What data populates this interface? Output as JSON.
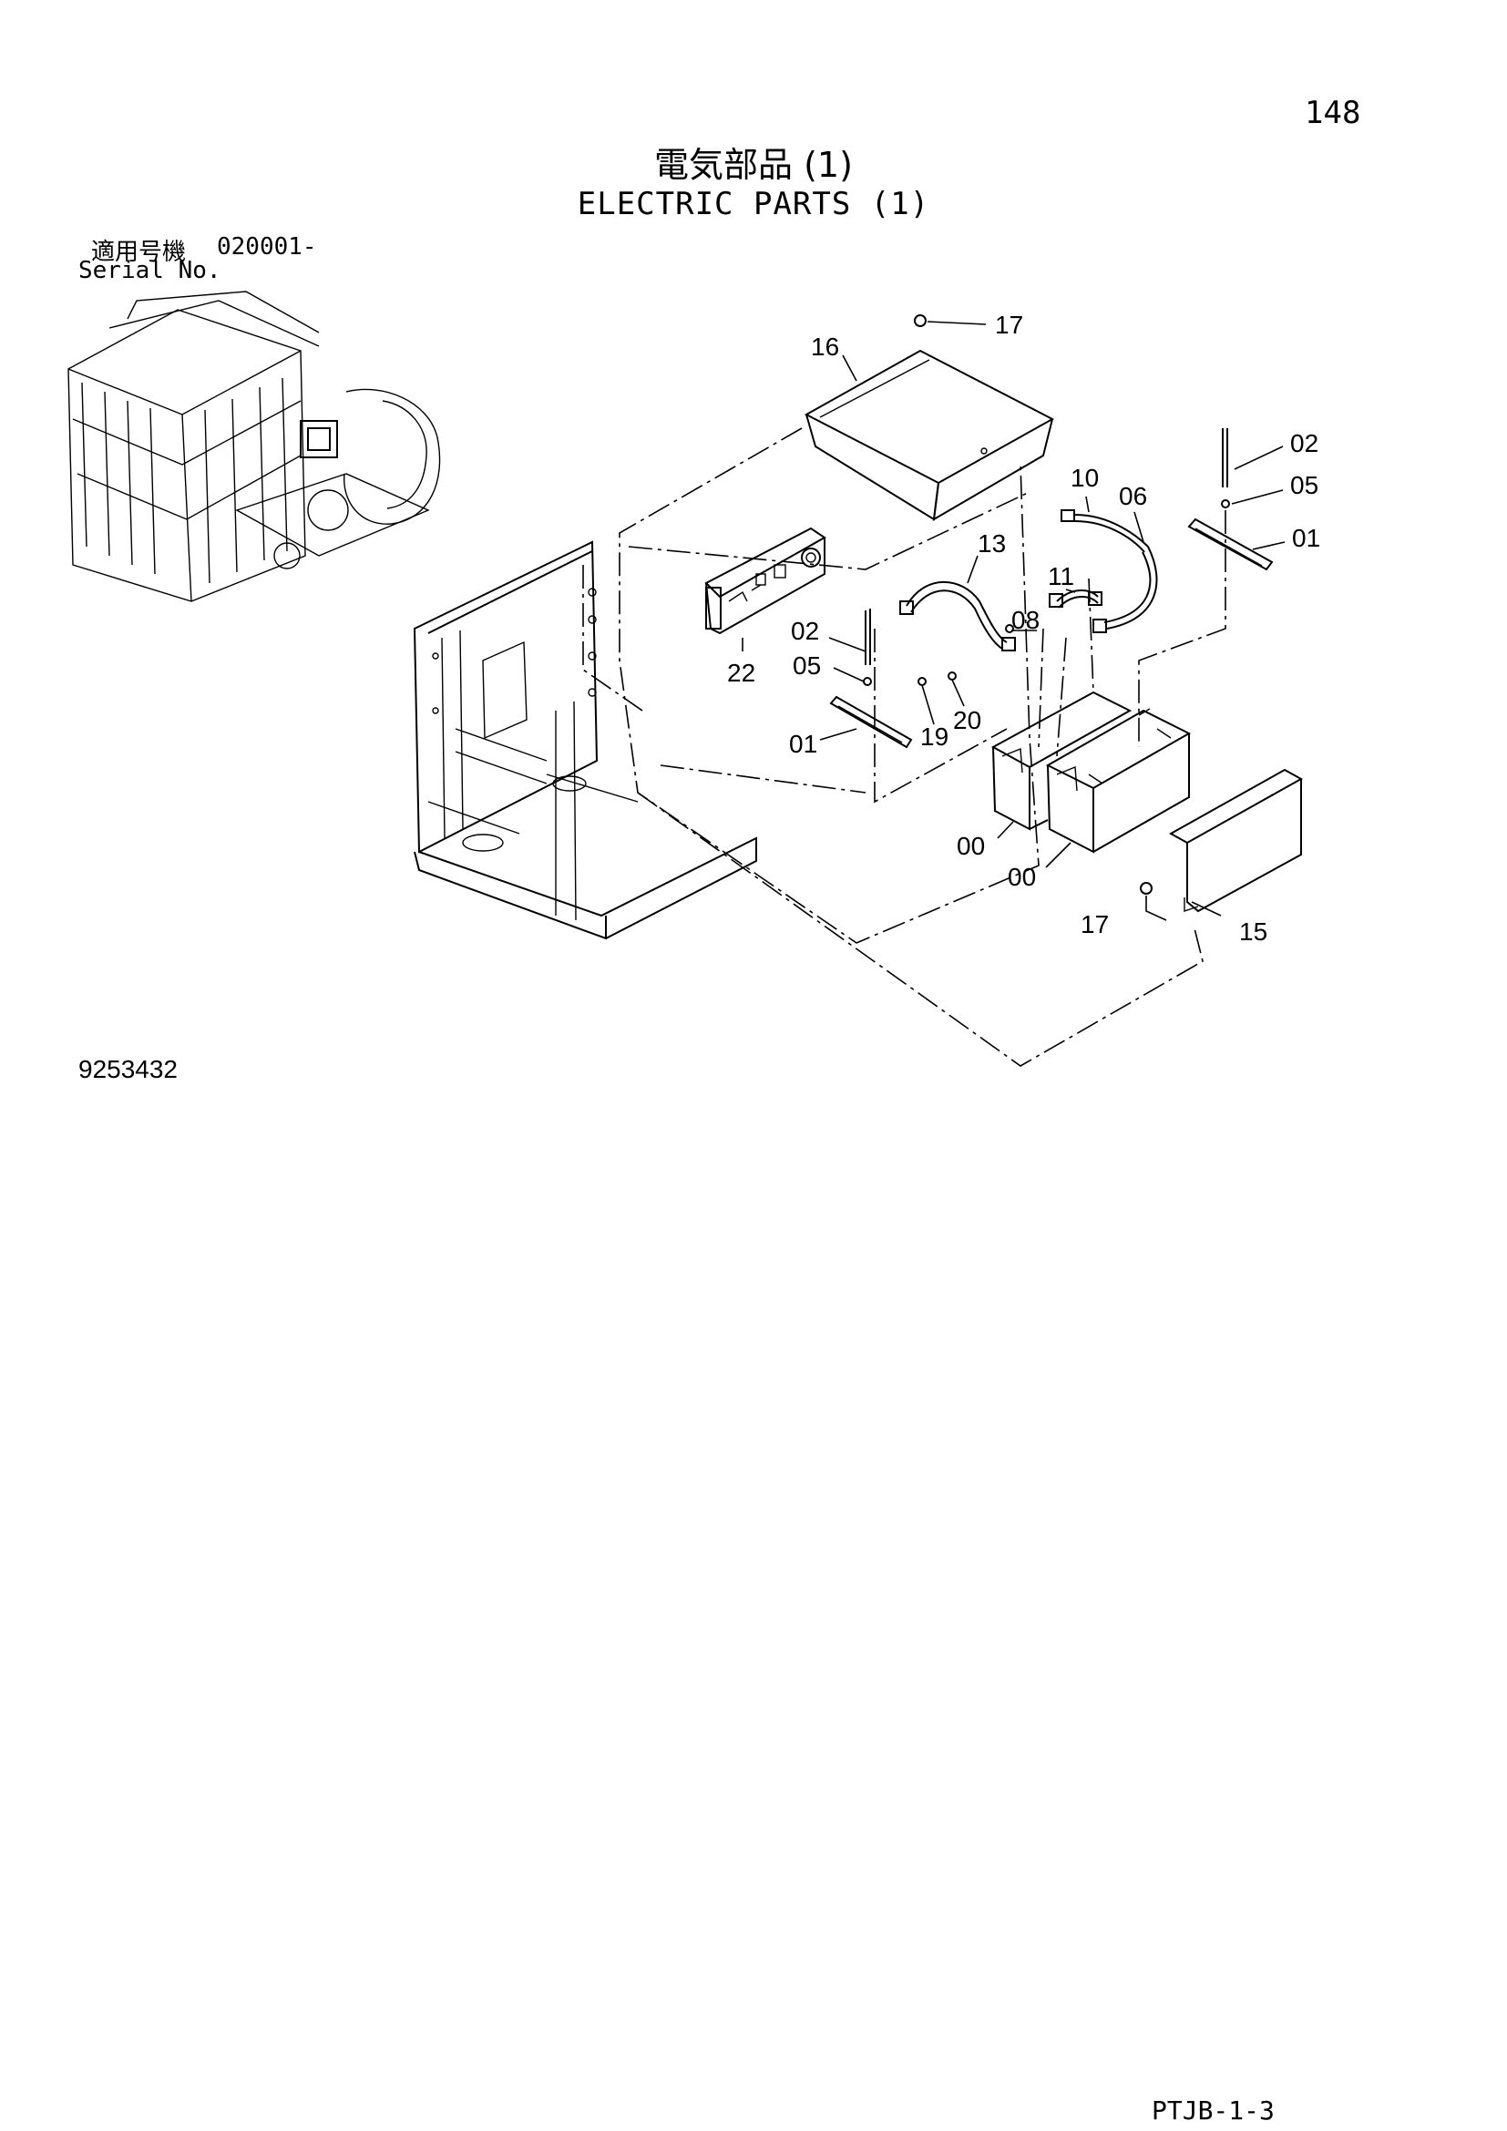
{
  "page": {
    "page_number": "148",
    "title_jp": "電気部品 (1)",
    "title_en": "ELECTRIC PARTS (1)",
    "serial_label_jp": "適用号機",
    "serial_range": "020001-",
    "serial_label_en": "Serial No.",
    "drawing_number": "9253432",
    "page_code": "PTJB-1-3"
  },
  "callouts": {
    "c16": "16",
    "c17_top": "17",
    "c02_right": "02",
    "c05_right": "05",
    "c01_right": "01",
    "c10": "10",
    "c06": "06",
    "c13": "13",
    "c11": "11",
    "c08": "08",
    "c02_left": "02",
    "c05_left": "05",
    "c22": "22",
    "c01_left": "01",
    "c19": "19",
    "c20": "20",
    "c00_a": "00",
    "c00_b": "00",
    "c17_bottom": "17",
    "c15": "15"
  }
}
